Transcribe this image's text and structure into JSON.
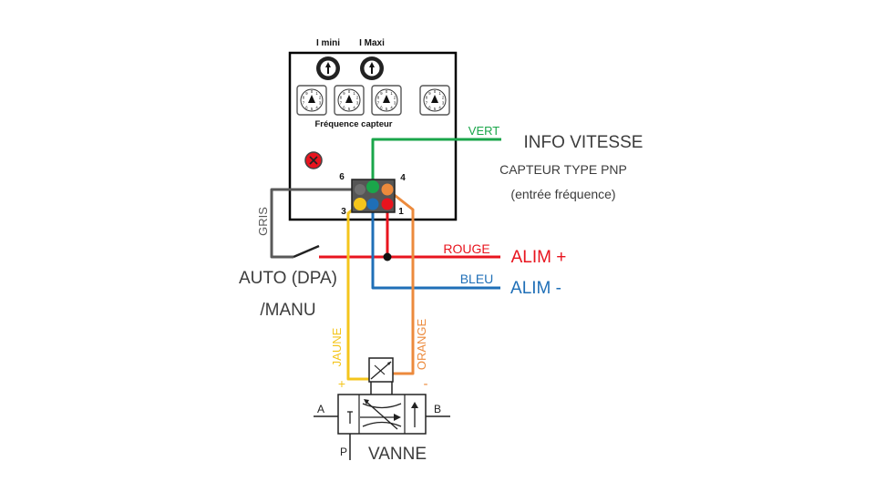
{
  "module": {
    "pot_labels": [
      "I mini",
      "I Maxi"
    ],
    "freq_label": "Fréquence capteur",
    "pin_labels": {
      "p6": "6",
      "p4": "4",
      "p3": "3",
      "p1": "1"
    }
  },
  "wires": {
    "vert": "VERT",
    "gris": "GRIS",
    "rouge": "ROUGE",
    "bleu": "BLEU",
    "jaune": "JAUNE",
    "orange": "ORANGE"
  },
  "labels": {
    "info_vitesse": "INFO VITESSE",
    "capteur_type": "CAPTEUR TYPE PNP",
    "entree_freq": "(entrée fréquence)",
    "alim_plus": "ALIM +",
    "alim_minus": "ALIM -",
    "auto_line1": "AUTO (DPA)",
    "auto_line2": "/MANU",
    "plus_sign": "+",
    "minus_sign": "-",
    "port_a": "A",
    "port_b": "B",
    "port_p": "P",
    "vanne": "VANNE"
  },
  "dial_digits": [
    "0",
    "1",
    "2",
    "3",
    "4",
    "5",
    "6",
    "7",
    "8",
    "9"
  ],
  "colors": {
    "vert": "#1aa64a",
    "gris": "#595959",
    "rouge": "#e8141e",
    "bleu": "#1f6fb7",
    "jaune": "#f4c51c",
    "orange": "#ec8a3c",
    "dark": "#222222",
    "text": "#3c3c3c"
  }
}
